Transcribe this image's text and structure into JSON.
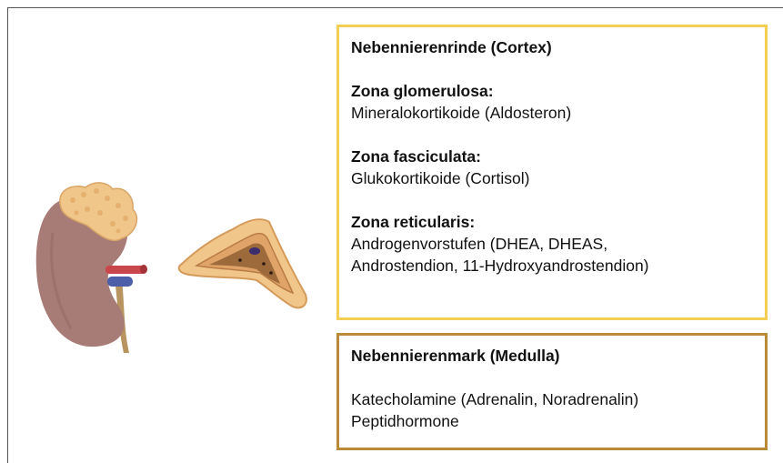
{
  "cortex": {
    "title": "Nebennierenrinde (Cortex)",
    "zones": [
      {
        "name": "Zona glomerulosa:",
        "lines": [
          "Mineralokortikoide (Aldosteron)"
        ]
      },
      {
        "name": "Zona fasciculata:",
        "lines": [
          "Glukokortikoide (Cortisol)"
        ]
      },
      {
        "name": "Zona reticularis:",
        "lines": [
          "Androgenvorstufen (DHEA, DHEAS,",
          "Androstendion, 11-Hydroxyandrostendion)"
        ]
      }
    ],
    "border_color": "#f4cf55"
  },
  "medulla": {
    "title": "Nebennierenmark (Medulla)",
    "lines": [
      "Katecholamine (Adrenalin, Noradrenalin)",
      "Peptidhormone"
    ],
    "border_color": "#b98a38"
  },
  "illustrations": [
    "kidney-with-adrenal-gland",
    "adrenal-gland-cross-section"
  ]
}
